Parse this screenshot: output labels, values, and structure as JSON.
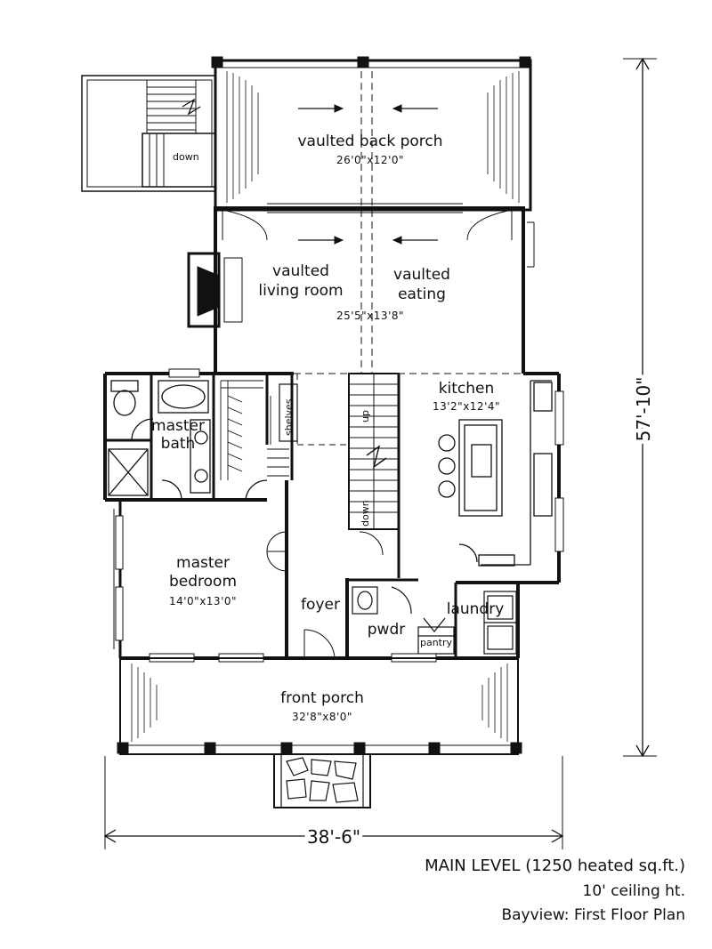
{
  "rooms": {
    "back_porch": {
      "name": "vaulted back porch",
      "size": "26'0\"x12'0\""
    },
    "living": {
      "name_line1": "vaulted",
      "name_line2": "living room",
      "size": "25'5\"x13'8\""
    },
    "eating": {
      "name_line1": "vaulted",
      "name_line2": "eating"
    },
    "kitchen": {
      "name": "kitchen",
      "size": "13'2\"x12'4\""
    },
    "master_bath": {
      "name_line1": "master",
      "name_line2": "bath"
    },
    "master_bedroom": {
      "name_line1": "master",
      "name_line2": "bedroom",
      "size": "14'0\"x13'0\""
    },
    "foyer": {
      "name": "foyer"
    },
    "powder": {
      "name": "pwdr"
    },
    "laundry": {
      "name": "laundry"
    },
    "pantry": {
      "name": "pantry"
    },
    "shelves": {
      "name": "shelves"
    },
    "front_porch": {
      "name": "front porch",
      "size": "32'8\"x8'0\""
    }
  },
  "stairs": {
    "up": "up",
    "down": "down",
    "deck_down": "down"
  },
  "dimensions": {
    "width": "38'-6\"",
    "depth": "57'-10\""
  },
  "caption": {
    "line1": "MAIN LEVEL (1250 heated sq.ft.)",
    "line2": "10' ceiling ht.",
    "line3": "Bayview: First Floor Plan"
  }
}
